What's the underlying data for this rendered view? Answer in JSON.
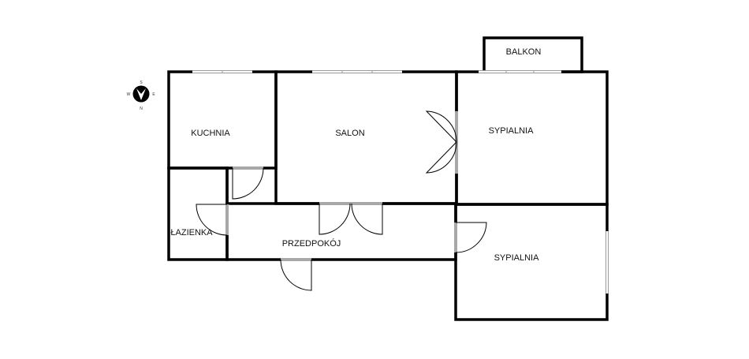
{
  "rooms": {
    "balkon": "BALKON",
    "kuchnia": "KUCHNIA",
    "salon": "SALON",
    "sypialnia_1": "SYPIALNIA",
    "lazienka": "ŁAZIENKA",
    "przedpokoj": "PRZEDPOKÓJ",
    "sypialnia_2": "SYPIALNIA"
  },
  "compass": {
    "north": "N",
    "south": "S",
    "west": "W",
    "east": "E"
  }
}
